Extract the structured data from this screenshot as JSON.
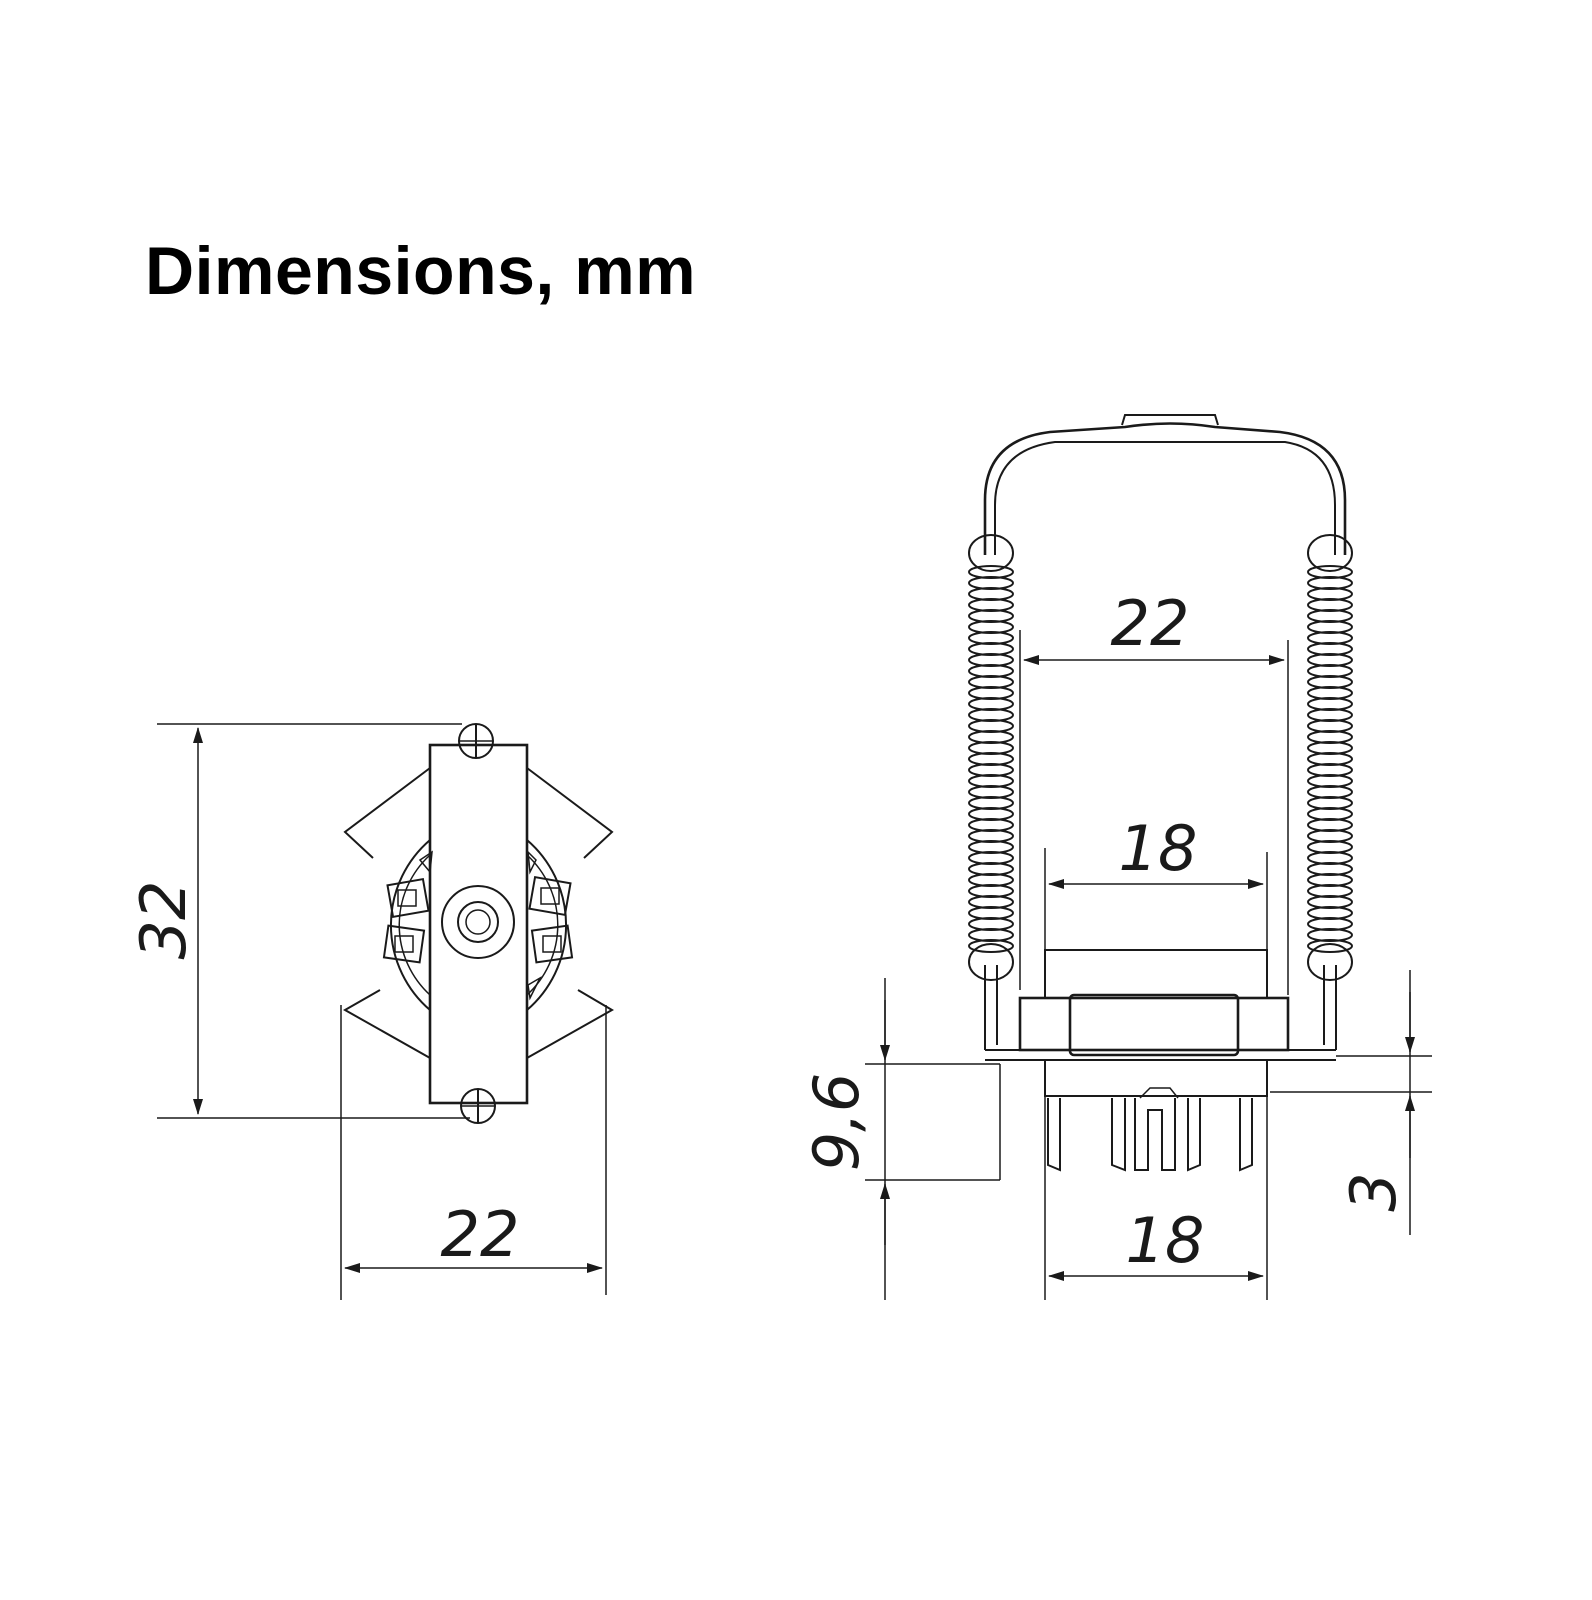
{
  "title": "Dimensions, mm",
  "units": "mm",
  "views": {
    "top_view": {
      "height_label": "32",
      "width_label": "22"
    },
    "side_view": {
      "spring_span_label": "22",
      "body_width_label": "18",
      "base_width_label": "18",
      "pin_height_label": "9,6",
      "flange_label": "3"
    }
  }
}
